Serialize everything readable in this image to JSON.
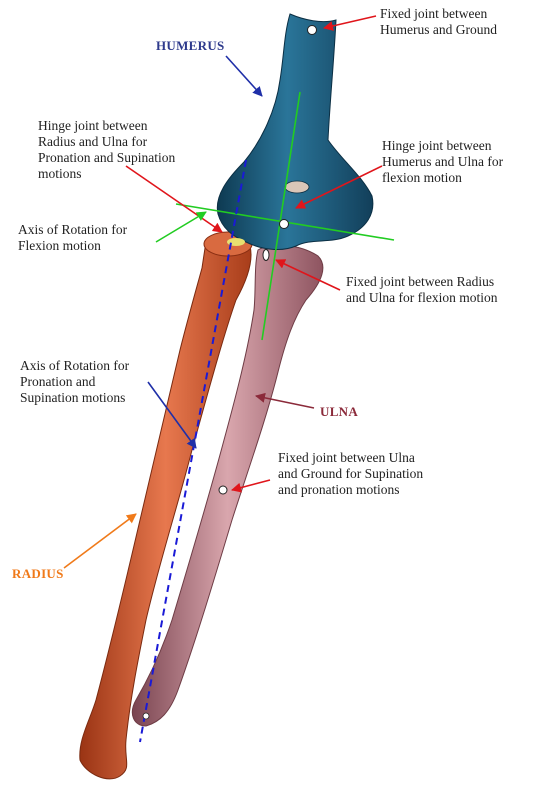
{
  "bones": {
    "humerus": "HUMERUS",
    "ulna": "ULNA",
    "radius": "RADIUS"
  },
  "annotations": {
    "fixed_humerus_ground": [
      "Fixed joint between",
      "Humerus and Ground"
    ],
    "hinge_radius_ulna": [
      "Hinge joint between",
      "Radius and Ulna for",
      "Pronation and Supination",
      "motions"
    ],
    "hinge_humerus_ulna": [
      "Hinge joint between",
      "Humerus and Ulna for",
      "flexion motion"
    ],
    "axis_flexion": [
      "Axis of Rotation for",
      "Flexion motion"
    ],
    "fixed_radius_ulna": [
      "Fixed joint between Radius",
      "and Ulna for flexion motion"
    ],
    "axis_pronation": [
      "Axis of Rotation for",
      "Pronation and",
      "Supination motions"
    ],
    "fixed_ulna_ground": [
      "Fixed joint between Ulna",
      "and Ground for Supination",
      "and pronation motions"
    ]
  },
  "colors": {
    "humerus": "#1f5f80",
    "humerus_dark": "#0e3a52",
    "ulna": "#b98288",
    "ulna_dark": "#6e3c45",
    "radius": "#d4603a",
    "radius_dark": "#8a2e12",
    "humerus_label": "#2e3a8c",
    "ulna_label": "#8b2a3a",
    "radius_label": "#f07a1a",
    "red_arrow": "#e0151b",
    "blue_arrow": "#1f2fa8",
    "green_axis": "#22cc22",
    "dashed_axis": "#1a1ad6"
  }
}
